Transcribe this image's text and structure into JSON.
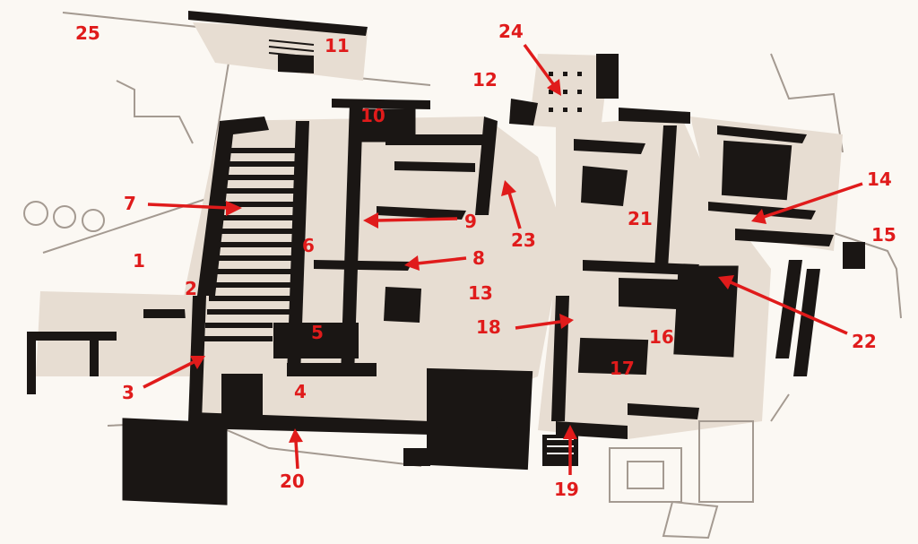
{
  "plan": {
    "labels": [
      {
        "id": "1",
        "text": "1"
      },
      {
        "id": "2",
        "text": "2"
      },
      {
        "id": "3",
        "text": "3"
      },
      {
        "id": "4",
        "text": "4"
      },
      {
        "id": "5",
        "text": "5"
      },
      {
        "id": "6",
        "text": "6"
      },
      {
        "id": "7",
        "text": "7"
      },
      {
        "id": "8",
        "text": "8"
      },
      {
        "id": "9",
        "text": "9"
      },
      {
        "id": "10",
        "text": "10"
      },
      {
        "id": "11",
        "text": "11"
      },
      {
        "id": "12",
        "text": "12"
      },
      {
        "id": "13",
        "text": "13"
      },
      {
        "id": "14",
        "text": "14"
      },
      {
        "id": "15",
        "text": "15"
      },
      {
        "id": "16",
        "text": "16"
      },
      {
        "id": "17",
        "text": "17"
      },
      {
        "id": "18",
        "text": "18"
      },
      {
        "id": "19",
        "text": "19"
      },
      {
        "id": "20",
        "text": "20"
      },
      {
        "id": "21",
        "text": "21"
      },
      {
        "id": "22",
        "text": "22"
      },
      {
        "id": "23",
        "text": "23"
      },
      {
        "id": "24",
        "text": "24"
      },
      {
        "id": "25",
        "text": "25"
      }
    ],
    "colors": {
      "label": "#e01b1b",
      "wall": "#1a1614",
      "background": "#fbf8f3"
    }
  }
}
